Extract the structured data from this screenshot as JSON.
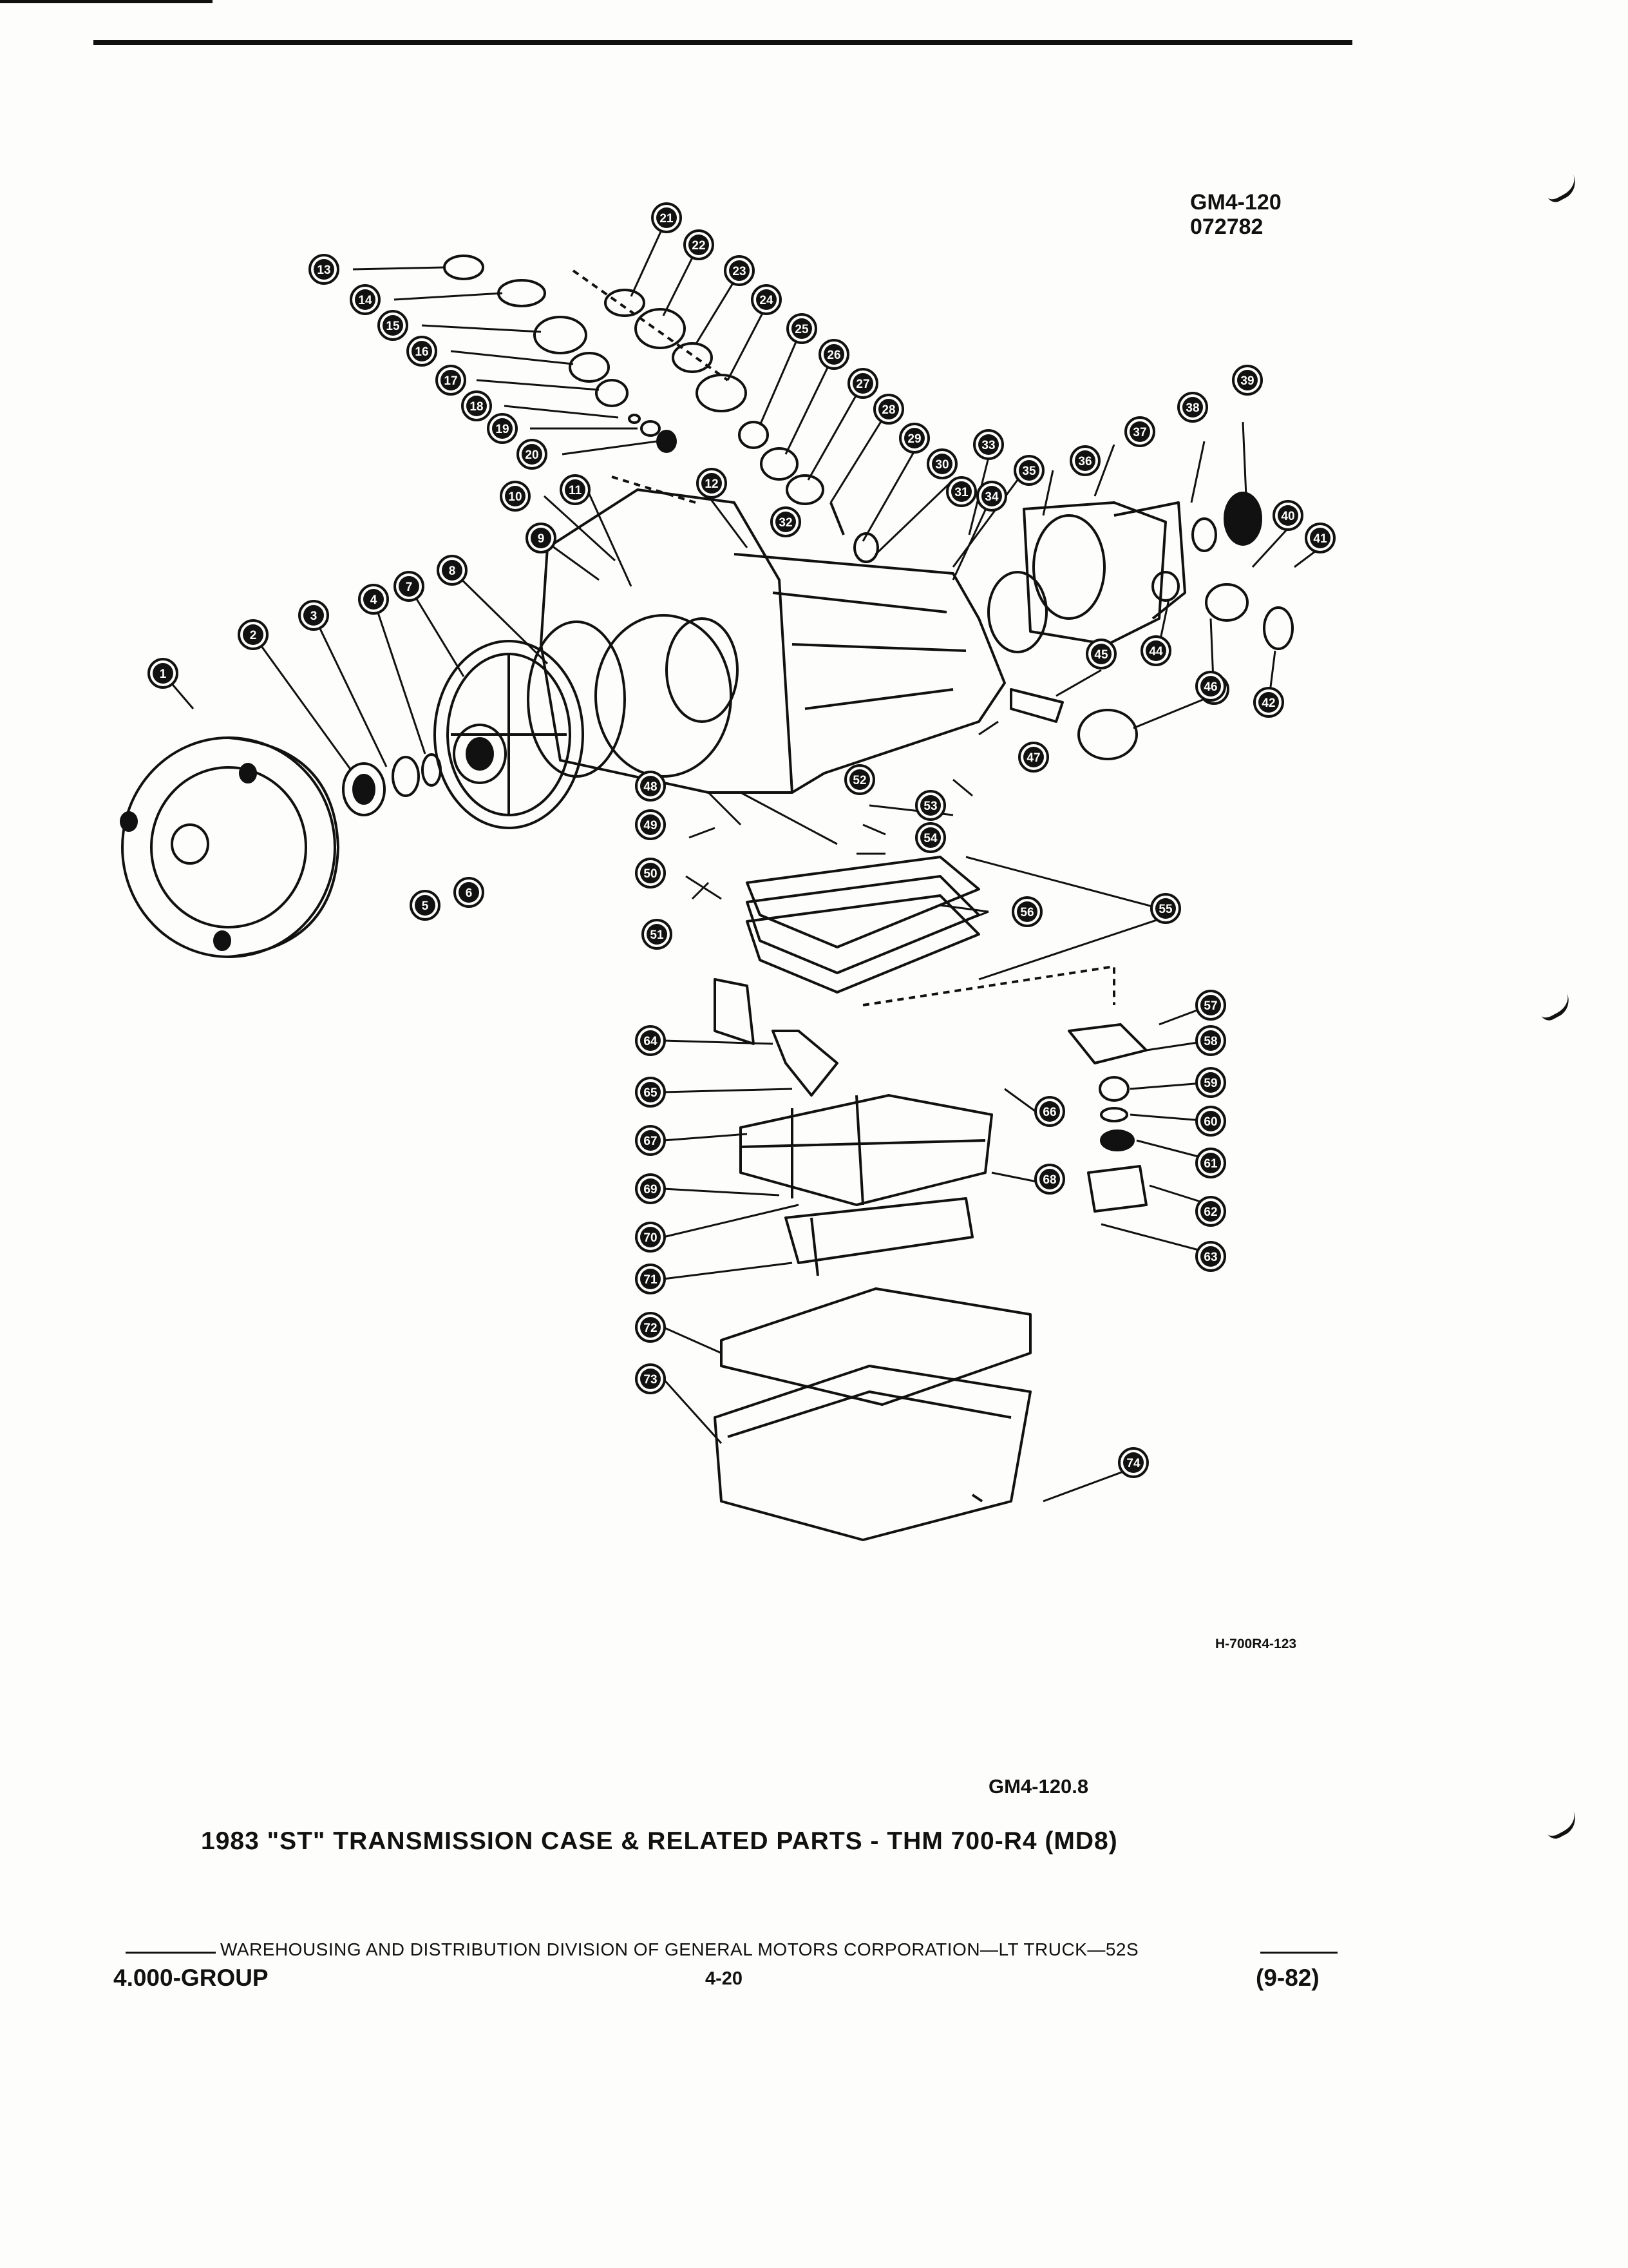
{
  "header": {
    "ref_line1": "GM4-120",
    "ref_line2": "072782"
  },
  "diagram": {
    "figure_code": "H-700R4-123",
    "part_numbers": [
      "1",
      "2",
      "3",
      "4",
      "5",
      "6",
      "7",
      "8",
      "9",
      "10",
      "11",
      "12",
      "13",
      "14",
      "15",
      "16",
      "17",
      "18",
      "19",
      "20",
      "21",
      "22",
      "23",
      "24",
      "25",
      "26",
      "27",
      "28",
      "29",
      "30",
      "31",
      "32",
      "33",
      "34",
      "35",
      "36",
      "37",
      "38",
      "39",
      "40",
      "41",
      "42",
      "43",
      "44",
      "45",
      "46",
      "47",
      "48",
      "49",
      "50",
      "51",
      "52",
      "53",
      "54",
      "55",
      "56",
      "57",
      "58",
      "59",
      "60",
      "61",
      "62",
      "63",
      "64",
      "65",
      "66",
      "67",
      "68",
      "69",
      "70",
      "71",
      "72",
      "73",
      "74"
    ]
  },
  "caption": {
    "figure_id": "GM4-120.8",
    "title": "1983 \"ST\" TRANSMISSION CASE & RELATED PARTS - THM 700-R4 (MD8)"
  },
  "footer": {
    "line": "WAREHOUSING AND DISTRIBUTION  DIVISION OF GENERAL MOTORS CORPORATION—LT TRUCK—52S",
    "group": "4.000-GROUP",
    "page": "4-20",
    "date": "(9-82)"
  }
}
